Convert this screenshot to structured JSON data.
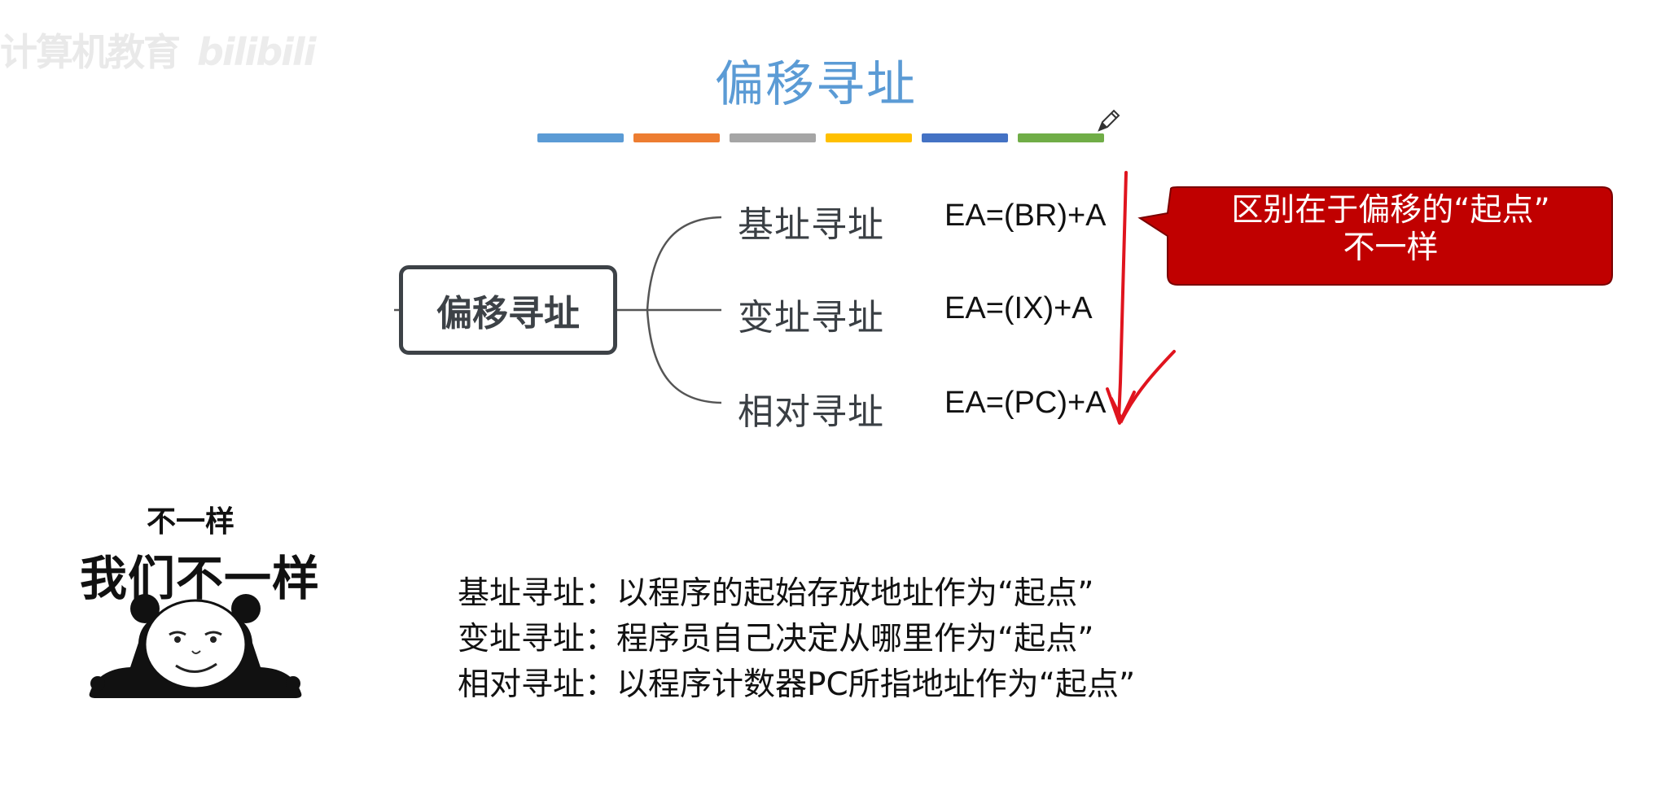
{
  "watermark": {
    "text": "计算机教育",
    "logo": "bilibili"
  },
  "title": "偏移寻址",
  "colorbar": [
    "#5b9bd5",
    "#ed7d31",
    "#a5a5a5",
    "#ffc000",
    "#4472c4",
    "#70ad47"
  ],
  "diagram": {
    "root": "偏移寻址",
    "branches": [
      {
        "label": "基址寻址",
        "formula": "EA=(BR)+A"
      },
      {
        "label": "变址寻址",
        "formula": "EA=(IX)+A"
      },
      {
        "label": "相对寻址",
        "formula": "EA=(PC)+A"
      }
    ]
  },
  "callout": {
    "line1": "区别在于偏移的“起点”",
    "line2": "不一样",
    "color": "#c00000"
  },
  "meme": {
    "top": "不一样",
    "main": "我们不一样"
  },
  "notes": [
    "基址寻址：以程序的起始存放地址作为“起点”",
    "变址寻址：程序员自己决定从哪里作为“起点”",
    "相对寻址：以程序计数器PC所指地址作为“起点”"
  ]
}
